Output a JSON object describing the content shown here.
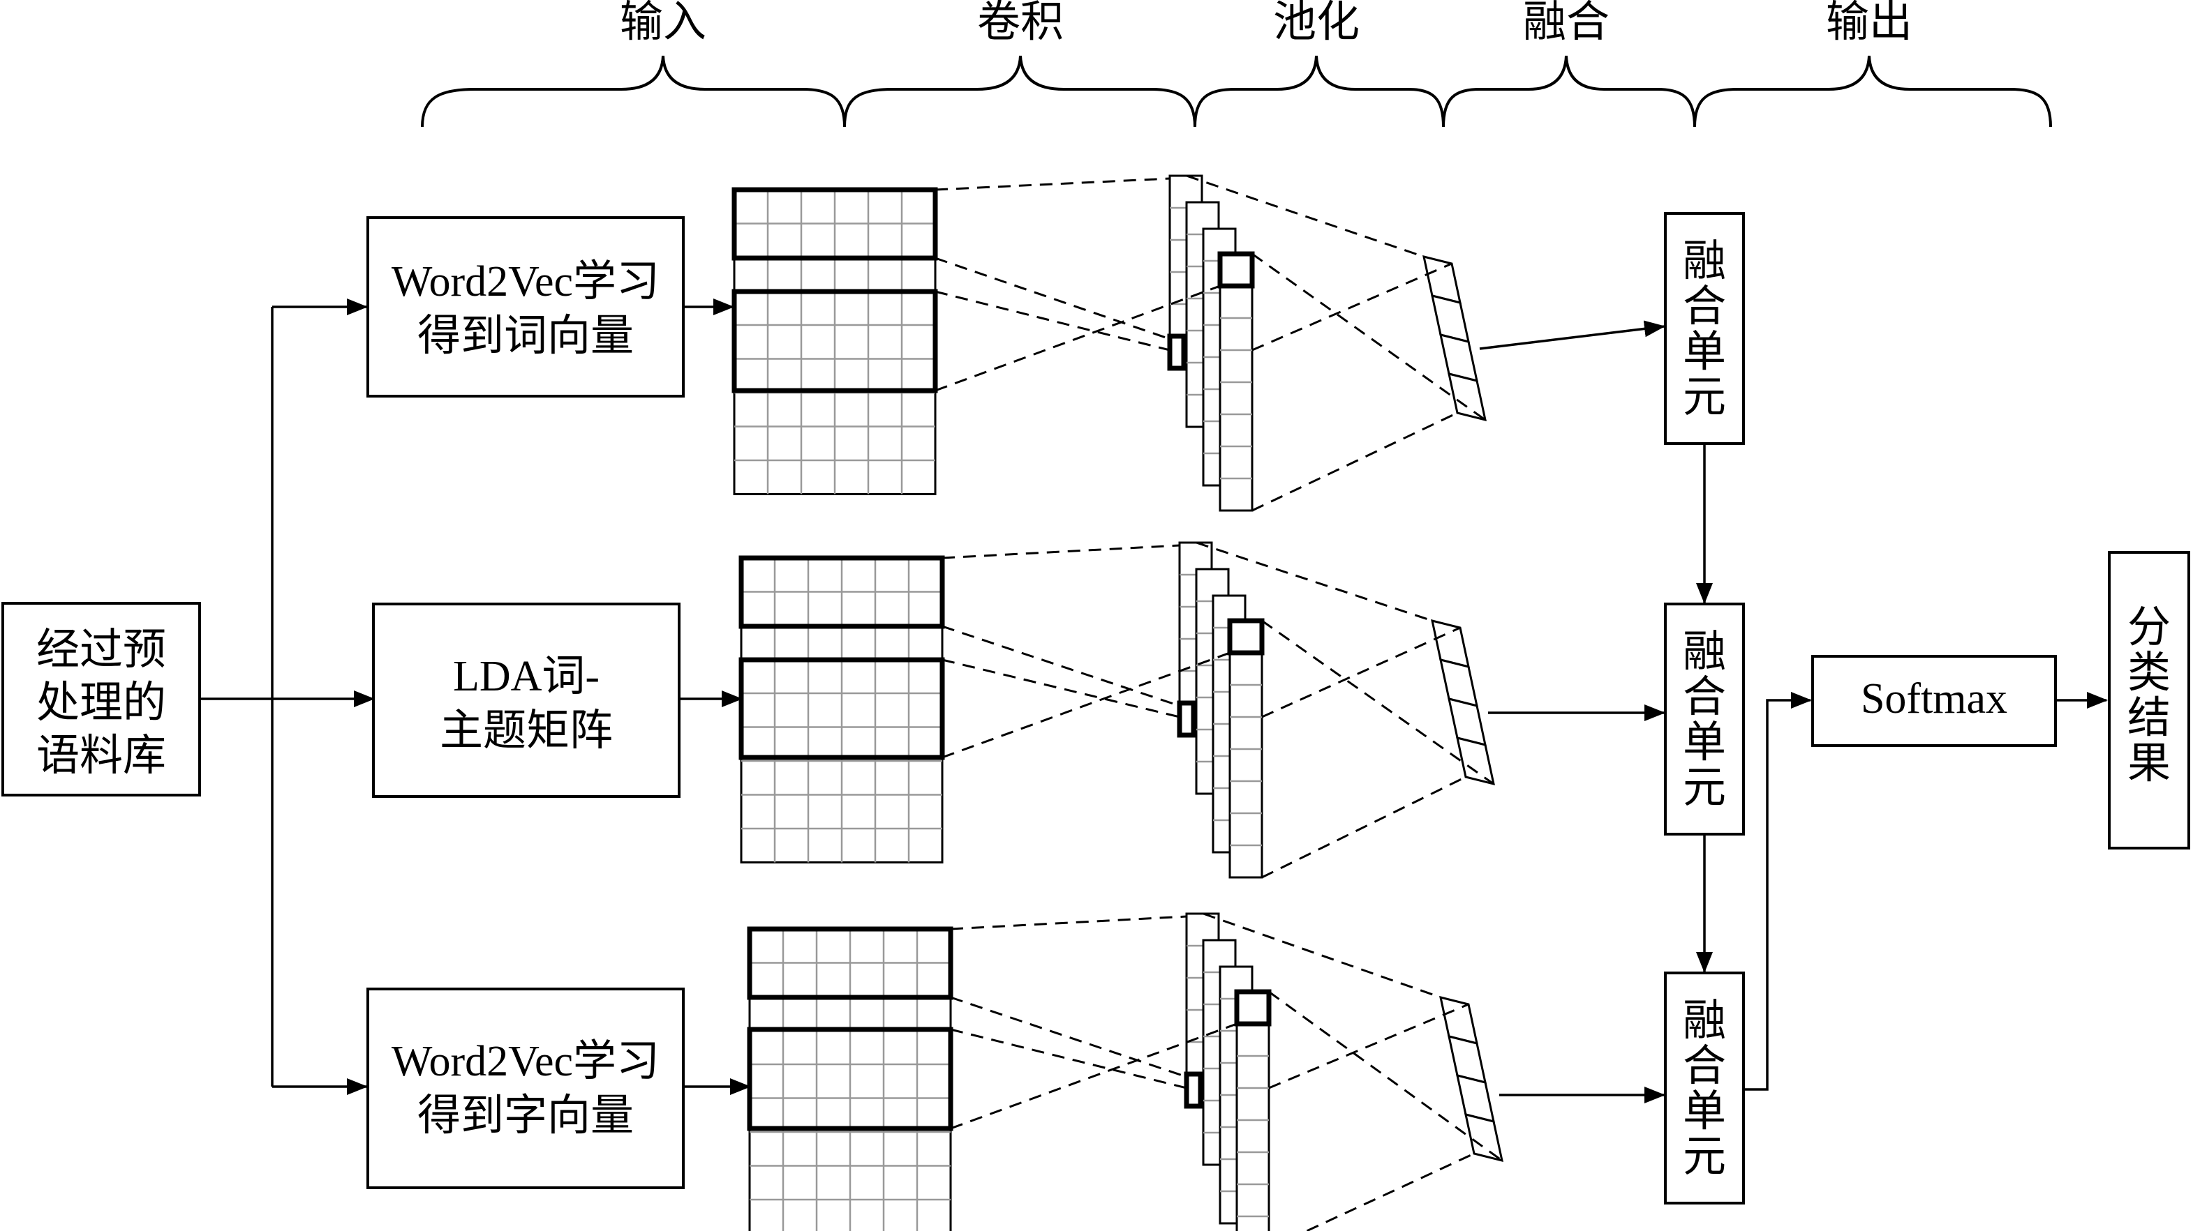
{
  "stages": [
    "输入",
    "卷积",
    "池化",
    "融合",
    "输出"
  ],
  "input_box": [
    "经过预",
    "处理的",
    "语料库"
  ],
  "branches": [
    {
      "lines": [
        "Word2Vec学习",
        "得到词向量"
      ]
    },
    {
      "lines": [
        "LDA词-",
        "主题矩阵"
      ]
    },
    {
      "lines": [
        "Word2Vec学习",
        "得到字向量"
      ]
    }
  ],
  "fusion_unit": [
    "融",
    "合",
    "单",
    "元"
  ],
  "softmax_label": "Softmax",
  "result": [
    "分",
    "类",
    "结",
    "果"
  ]
}
